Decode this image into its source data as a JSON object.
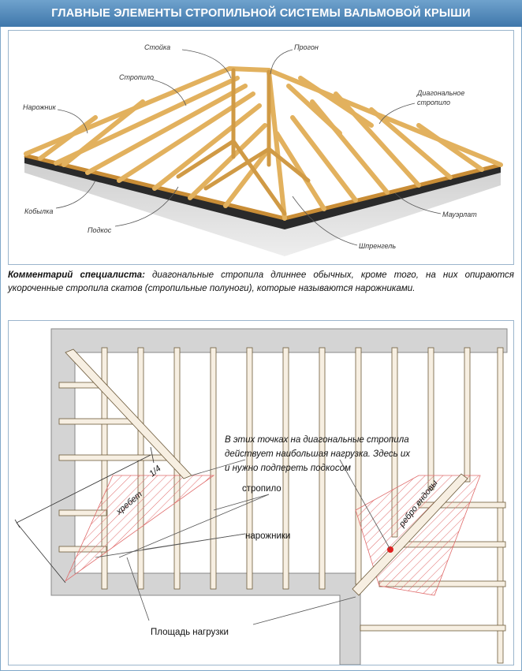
{
  "header": {
    "title": "ГЛАВНЫЕ ЭЛЕМЕНТЫ СТРОПИЛЬНОЙ СИСТЕМЫ ВАЛЬМОВОЙ КРЫШИ"
  },
  "top_diagram": {
    "labels": {
      "stoyka": "Стойка",
      "progon": "Прогон",
      "stropilo": "Стропило",
      "diag1": "Диагональное",
      "diag2": "стропило",
      "narozhnik": "Нарожник",
      "kobylka": "Кобылка",
      "podkos": "Подкос",
      "mauerlat": "Мауэрлат",
      "shprengel": "Шпренгель"
    }
  },
  "comment": {
    "lead": "Комментарий специалиста:",
    "text": " диагональные стропила длиннее обычных, кроме того, на них опираются укороченные стропила скатов (стропильные полуноги), которые называются нарожниками."
  },
  "bottom_diagram": {
    "note_line1": "В этих точках на диагональные стропила",
    "note_line2": "действует наибольшая нагрузка. Здесь их",
    "note_line3": "и нужно подпереть подкосом",
    "label_stropilo": "стропило",
    "label_narozhniki": "нарожники",
    "label_area": "Площадь нагрузки",
    "label_hip": "хребет",
    "label_quarter": "1/4",
    "label_valley": "ребро ендовы"
  }
}
